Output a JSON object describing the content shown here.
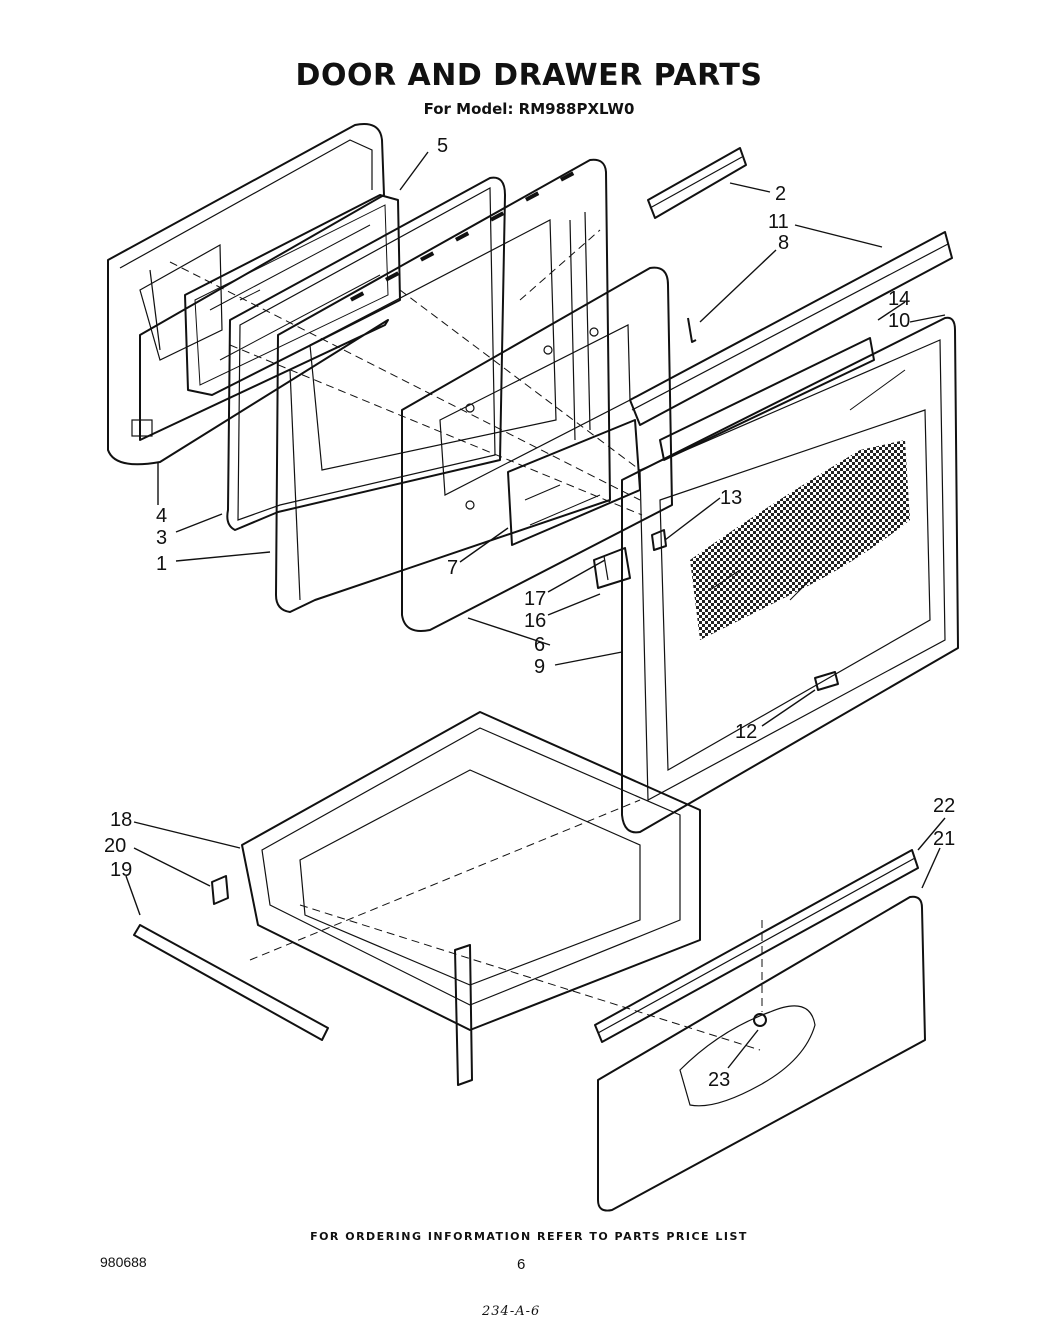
{
  "title": "DOOR AND DRAWER PARTS",
  "subtitle": "For Model: RM988PXLW0",
  "footer_note": "FOR ORDERING INFORMATION REFER TO PARTS PRICE LIST",
  "doc_number": "980688",
  "page_number": "6",
  "handwritten_note": "234-A-6",
  "callouts": {
    "c1": "1",
    "c2": "2",
    "c3": "3",
    "c4": "4",
    "c5": "5",
    "c6": "6",
    "c7": "7",
    "c8": "8",
    "c9": "9",
    "c10": "10",
    "c11": "11",
    "c12": "12",
    "c13": "13",
    "c14": "14",
    "c16": "16",
    "c17": "17",
    "c18": "18",
    "c19": "19",
    "c20": "20",
    "c21": "21",
    "c22": "22",
    "c23": "23"
  }
}
